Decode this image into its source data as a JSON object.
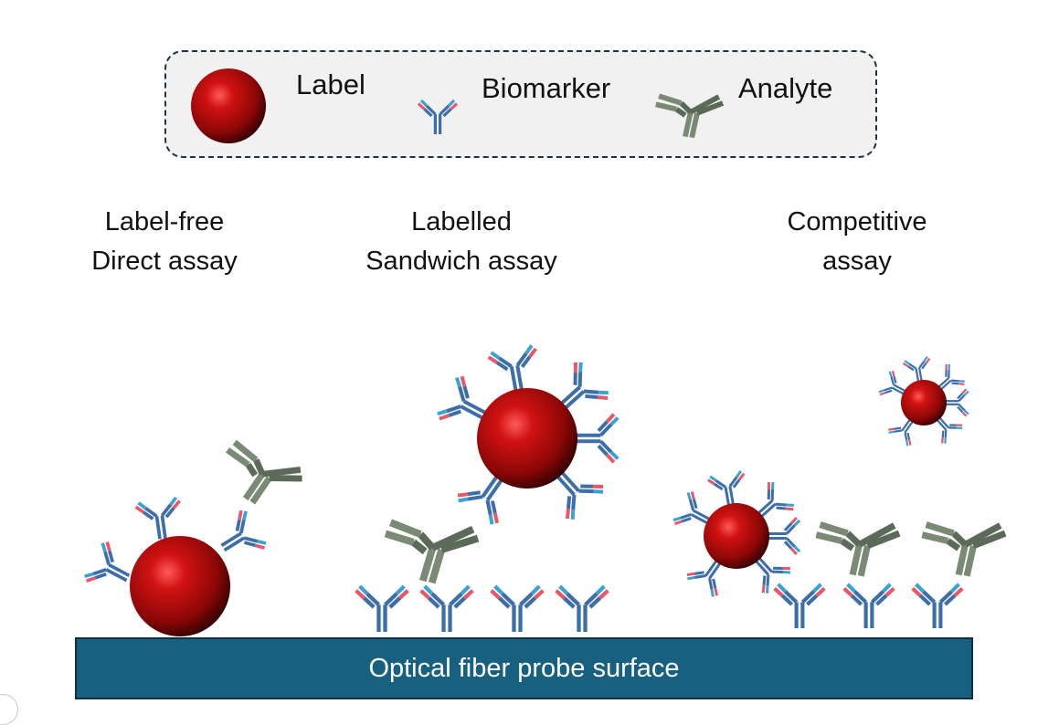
{
  "legend": {
    "items": [
      {
        "label": "Label",
        "icon": "sphere-label-icon"
      },
      {
        "label": "Biomarker",
        "icon": "antibody-biomarker-icon"
      },
      {
        "label": "Analyte",
        "icon": "antibody-analyte-icon"
      }
    ]
  },
  "assays": [
    {
      "line1": "Label-free",
      "line2": "Direct assay"
    },
    {
      "line1": "Labelled",
      "line2": "Sandwich assay"
    },
    {
      "line1": "Competitive",
      "line2": "assay"
    }
  ],
  "surface": {
    "label": "Optical fiber probe surface"
  },
  "colors": {
    "surface": "#17607f",
    "surface_border": "#0e2f3d",
    "label_sphere": "#b00a0a",
    "biomarker_stem": "#3d6ea8",
    "biomarker_tip_blue": "#3aa3d6",
    "biomarker_tip_red": "#e8576a",
    "analyte": "#4f5f4b",
    "legend_border": "#1d3340",
    "legend_bg": "#f1f1f1"
  }
}
